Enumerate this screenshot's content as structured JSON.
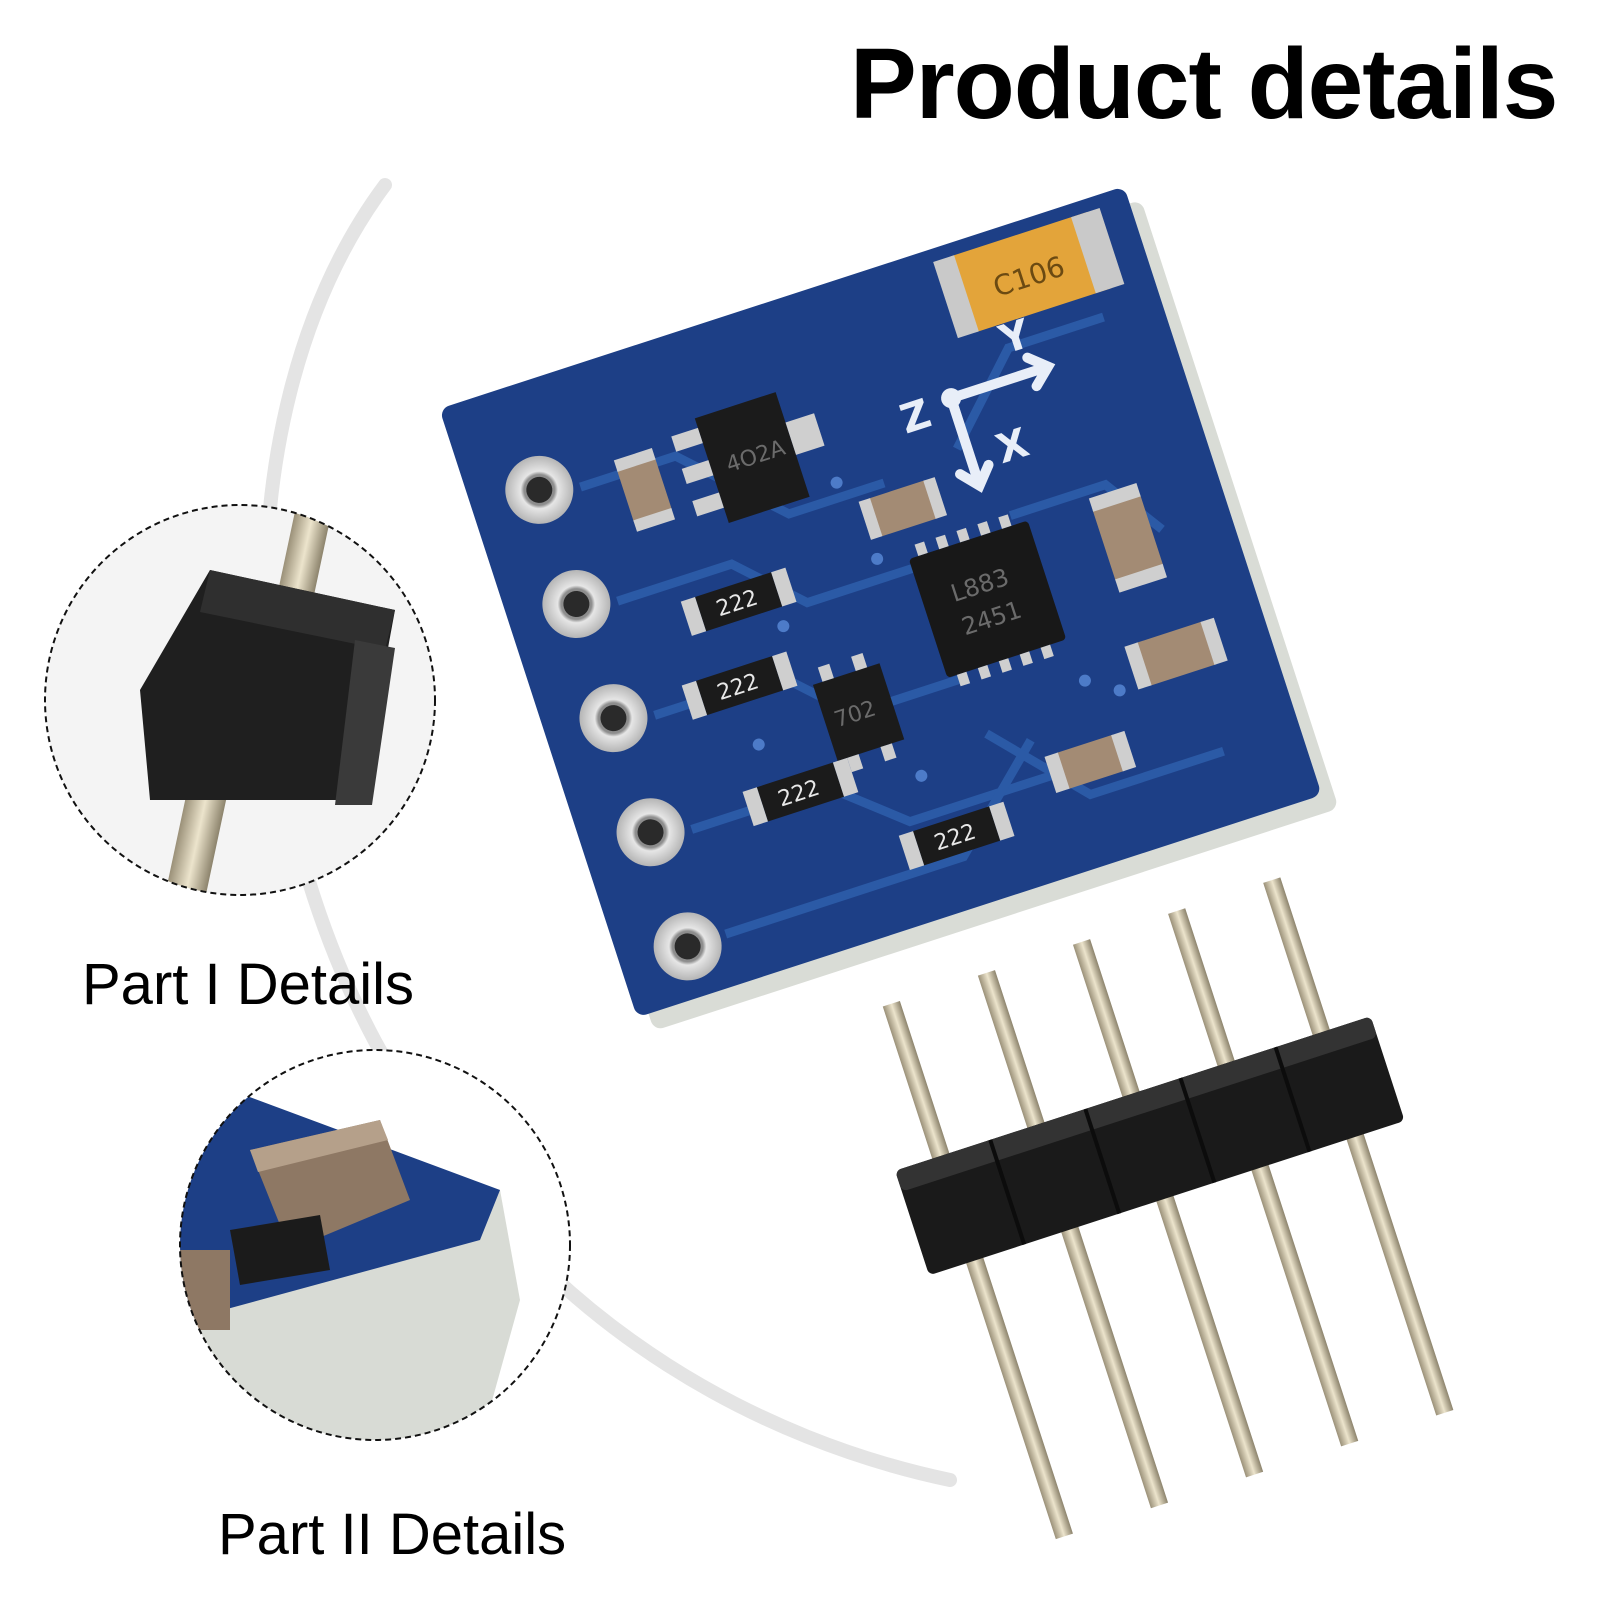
{
  "header": {
    "title": "Product details"
  },
  "details": [
    {
      "label": "Part I Details"
    },
    {
      "label": "Part II Details"
    }
  ],
  "board": {
    "capacitor_marking": "C106",
    "regulator_marking": "4O2A",
    "resistor_marking": "222",
    "ic_marking_line1": "L883",
    "ic_marking_line2": "2451",
    "small_ic_marking": "702",
    "axis_labels": {
      "y": "Y",
      "x": "X",
      "z": "Z"
    },
    "pin_count": 5
  },
  "colors": {
    "pcb": "#1d3f86",
    "pcb_trace": "#2b5aa6",
    "pad_silver": "#c8c8c8",
    "header_plastic": "#1a1a1a",
    "pin_gold": "#d2c8a8",
    "tantalum": "#e3a43a",
    "ceramic_cap": "#a38b74"
  }
}
